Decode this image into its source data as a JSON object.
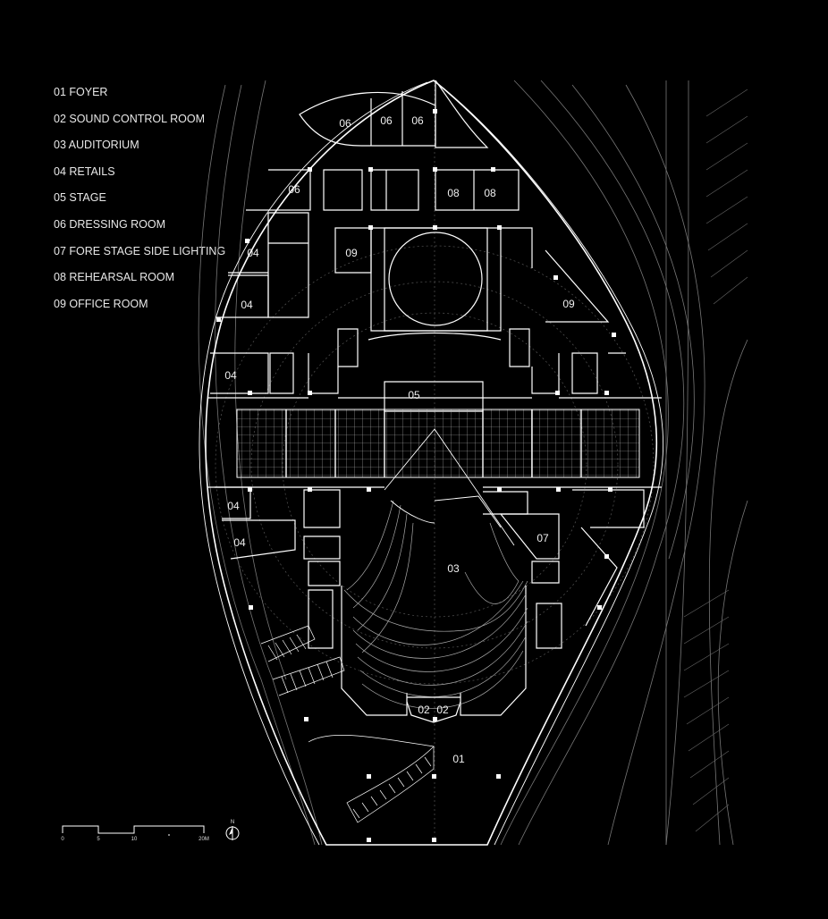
{
  "legend": [
    "01 FOYER",
    "02 SOUND CONTROL ROOM",
    "03 AUDITORIUM",
    "04 RETAILS",
    "05 STAGE",
    "06 DRESSING ROOM",
    "07 FORE STAGE SIDE LIGHTING",
    "08 REHEARSAL ROOM",
    "09 OFFICE ROOM"
  ],
  "room_labels": {
    "foyer": "01",
    "sound_control_a": "02",
    "sound_control_b": "02",
    "auditorium": "03",
    "retail_a": "04",
    "retail_b": "04",
    "retail_c": "04",
    "retail_d": "04",
    "retail_e": "04",
    "stage": "05",
    "dressing_a": "06",
    "dressing_b": "06",
    "dressing_c": "06",
    "dressing_d": "06",
    "fore_stage_lighting": "07",
    "rehearsal_a": "08",
    "rehearsal_b": "08",
    "office_a": "09",
    "office_b": "09"
  },
  "scale_bar": {
    "ticks": [
      "0",
      "5",
      "10",
      "20M"
    ]
  },
  "north_label": "N",
  "colors": {
    "background": "#000000",
    "line": "#ffffff",
    "faint_line": "#8a8a8a"
  }
}
